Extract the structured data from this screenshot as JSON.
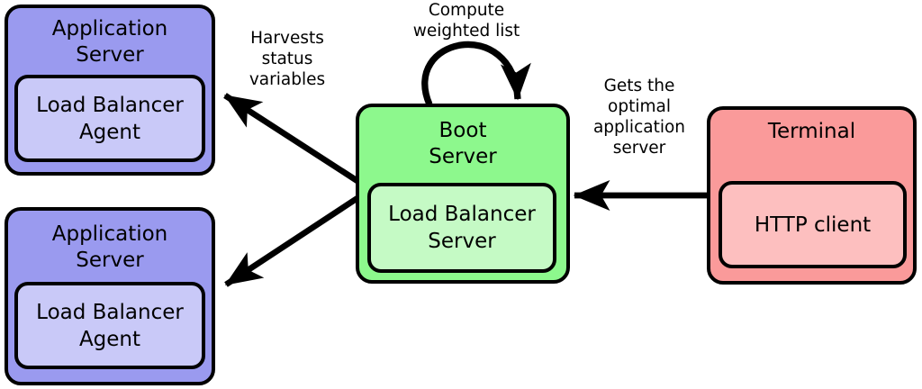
{
  "canvas": {
    "background": "#ffffff",
    "line_color": "#000000",
    "text_color": "#000000"
  },
  "nodes": {
    "app_top": {
      "title": "Application\nServer",
      "child": "Load Balancer\nAgent",
      "fill": "#9a9aef",
      "child_fill": "#c9c9f8",
      "border": "#000000"
    },
    "app_bottom": {
      "title": "Application\nServer",
      "child": "Load Balancer\nAgent",
      "fill": "#9a9aef",
      "child_fill": "#c9c9f8",
      "border": "#000000"
    },
    "boot": {
      "title": "Boot\nServer",
      "child": "Load Balancer\nServer",
      "fill": "#8df88d",
      "child_fill": "#c5fac5",
      "border": "#000000"
    },
    "terminal": {
      "title": "Terminal",
      "child": "HTTP client",
      "fill": "#fa9a9a",
      "child_fill": "#fdbfbf",
      "border": "#000000"
    }
  },
  "edges": {
    "harvests": {
      "label": "Harvests\nstatus\nvariables",
      "from": "boot",
      "to": "application servers"
    },
    "compute": {
      "label": "Compute\nweighted list",
      "from": "boot",
      "to": "boot"
    },
    "gets": {
      "label": "Gets the\noptimal\napplication\nserver",
      "from": "terminal",
      "to": "boot"
    }
  }
}
